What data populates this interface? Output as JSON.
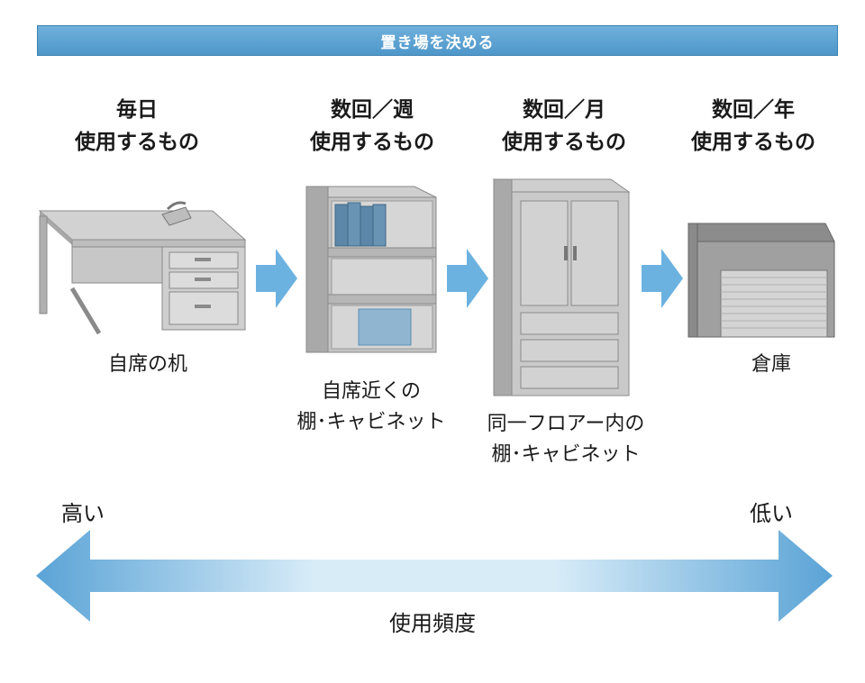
{
  "banner": {
    "title": "置き場を決める"
  },
  "columns": [
    {
      "frequency": [
        "毎日",
        "使用するもの"
      ],
      "location": [
        "自席の机"
      ],
      "illustration": "desk"
    },
    {
      "frequency": [
        "数回／週",
        "使用するもの"
      ],
      "location": [
        "自席近くの",
        "棚･キャビネット"
      ],
      "illustration": "shelf"
    },
    {
      "frequency": [
        "数回／月",
        "使用するもの"
      ],
      "location": [
        "同一フロアー内の",
        "棚･キャビネット"
      ],
      "illustration": "cabinet"
    },
    {
      "frequency": [
        "数回／年",
        "使用するもの"
      ],
      "location": [
        "倉庫"
      ],
      "illustration": "warehouse"
    }
  ],
  "scale": {
    "high": "高い",
    "low": "低い",
    "axis": "使用頻度"
  },
  "colors": {
    "accent": "#5aa3d6",
    "banner": "#5a9fd0",
    "illustration_gray": "#b5b5b5"
  }
}
